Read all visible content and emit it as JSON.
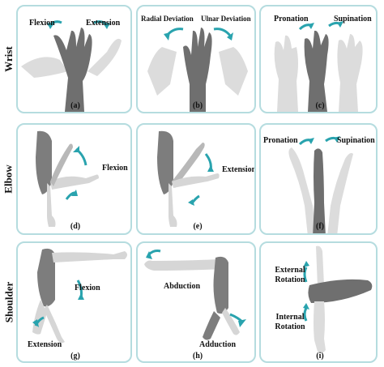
{
  "rows": {
    "wrist": "Wrist",
    "elbow": "Elbow",
    "shoulder": "Shoulder"
  },
  "panels": {
    "a": {
      "caption": "(a)",
      "labels": [
        "Flexion",
        "Extension"
      ]
    },
    "b": {
      "caption": "(b)",
      "labels": [
        "Radial Deviation",
        "Ulnar Deviation"
      ]
    },
    "c": {
      "caption": "(c)",
      "labels": [
        "Pronation",
        "Supination"
      ]
    },
    "d": {
      "caption": "(d)",
      "labels": [
        "Flexion"
      ]
    },
    "e": {
      "caption": "(e)",
      "labels": [
        "Extension"
      ]
    },
    "f": {
      "caption": "(f)",
      "labels": [
        "Pronation",
        "Supination"
      ]
    },
    "g": {
      "caption": "(g)",
      "labels": [
        "Flexion",
        "Extension"
      ]
    },
    "h": {
      "caption": "(h)",
      "labels": [
        "Abduction",
        "Adduction"
      ]
    },
    "i": {
      "caption": "(i)",
      "labels": [
        "External Rotation",
        "Internal Rotation"
      ]
    }
  },
  "colors": {
    "panel_border": "#b5dcdf",
    "arrow": "#29a3ae",
    "limb_light": "#d6d6d6",
    "limb_dark": "#6f6f6f"
  }
}
